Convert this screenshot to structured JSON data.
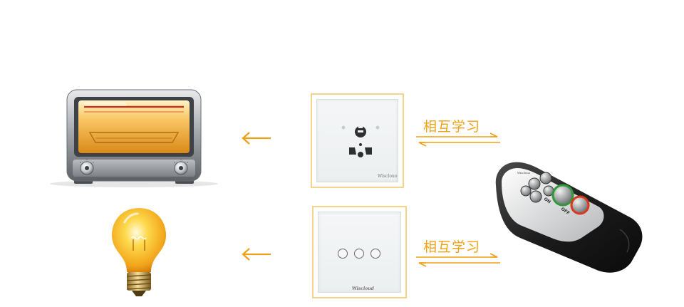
{
  "devices": {
    "oven": {
      "icon": "toaster-oven-icon"
    },
    "bulb": {
      "icon": "light-bulb-icon"
    },
    "remote": {
      "icon": "remote-control-icon",
      "on_label": "ON",
      "off_label": "OFF",
      "brand": "Wisclouo"
    }
  },
  "panels": {
    "socket": {
      "brand": "Wisclouo"
    },
    "switch": {
      "brand": "Wiscloud"
    }
  },
  "links": {
    "top_label": "相互学习",
    "bottom_label": "相互学习"
  },
  "colors": {
    "accent": "#f0a012",
    "panel_border": "#f6d38a"
  }
}
